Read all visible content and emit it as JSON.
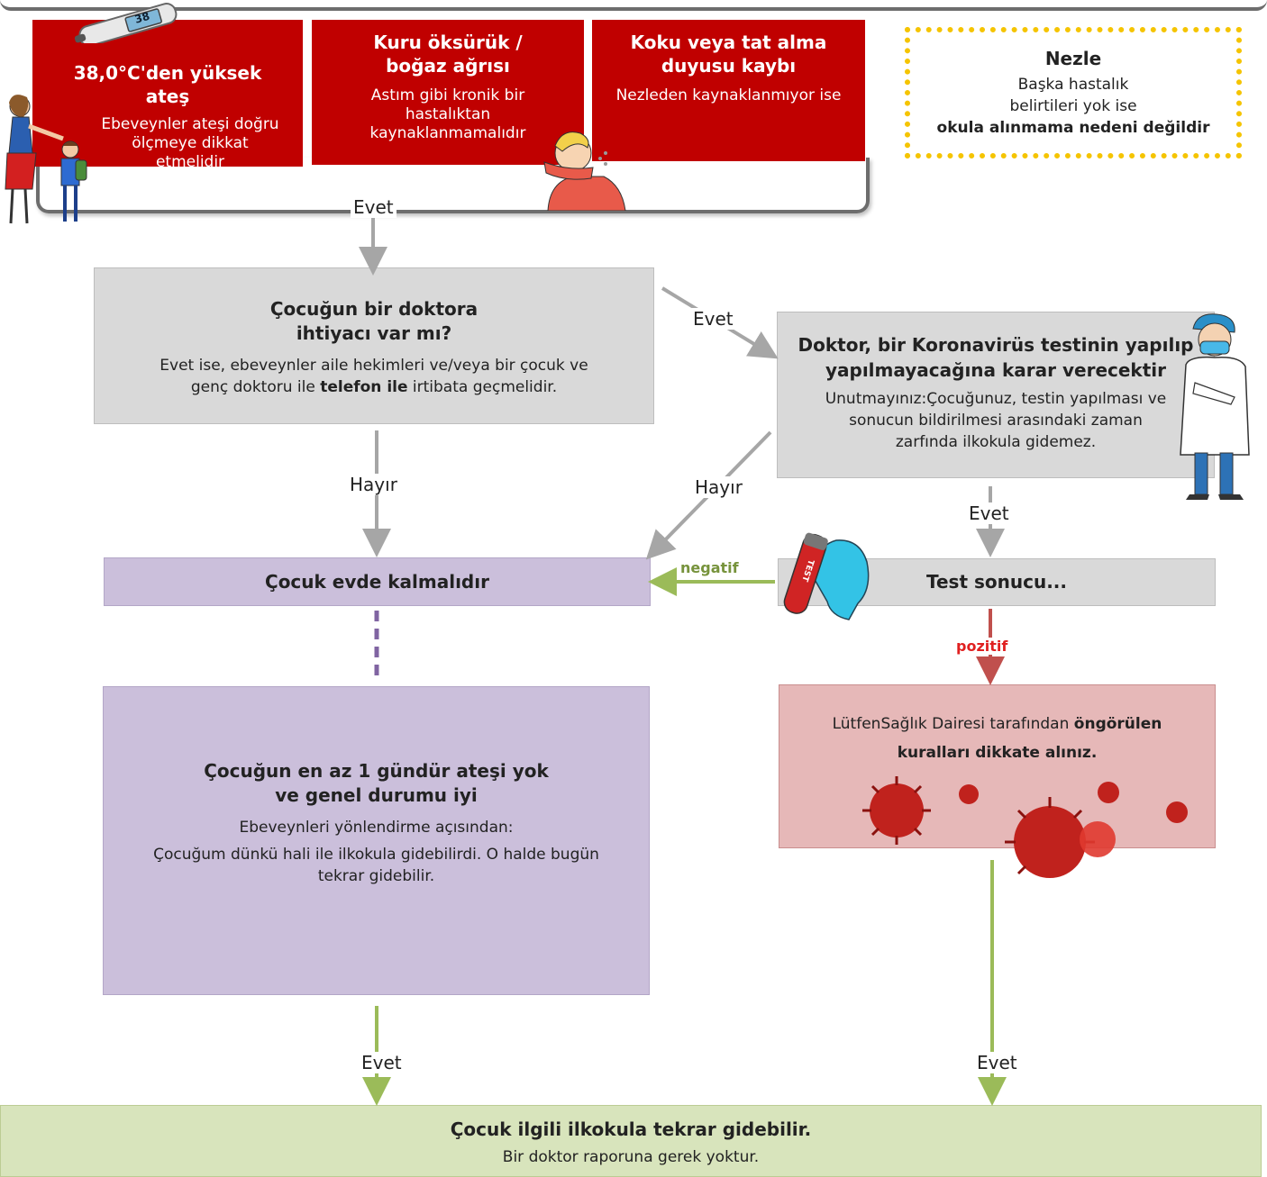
{
  "symptoms": {
    "fever": {
      "title": "38,0°C'den yüksek ateş",
      "subtitle": "Ebeveynler ateşi doğru ölçmeye dikkat etmelidir"
    },
    "cough": {
      "title": "Kuru öksürük / boğaz ağrısı",
      "subtitle": "Astım gibi kronik bir hastalıktan kaynaklanmamalıdır"
    },
    "smell": {
      "title": "Koku veya tat alma duyusu kaybı",
      "subtitle": "Nezleden kaynaklanmıyor ise"
    },
    "thermometer_reading": "38"
  },
  "nezle": {
    "title": "Nezle",
    "line1": "Başka hastalık",
    "line2": "belirtileri yok ise",
    "line3": "okula alınmama nedeni değildir"
  },
  "labels": {
    "evet_top": "Evet",
    "evet_doctor": "Evet",
    "hayir_left": "Hayır",
    "hayir_right": "Hayır",
    "evet_test": "Evet",
    "negatif": "negatif",
    "pozitif": "pozitif",
    "evet_bottom_left": "Evet",
    "evet_bottom_right": "Evet"
  },
  "doctor_need": {
    "title1": "Çocuğun bir doktora",
    "title2": "ihtiyacı var mı?",
    "body1": "Evet ise, ebeveynler aile hekimleri ve/veya bir çocuk ve",
    "body2a": "genç doktoru ile ",
    "body2b": "telefon ile",
    "body2c": " irtibata geçmelidir."
  },
  "doctor_decision": {
    "title1": "Doktor, bir Koronavirüs testinin yapılıp",
    "title2": "yapılmayacağına karar verecektir",
    "body1": "Unutmayınız:Çocuğunuz, testin yapılması ve",
    "body2": "sonucun bildirilmesi arasındaki zaman",
    "body3": "zarfında ilkokula gidemez."
  },
  "stay_home": {
    "text": "Çocuk evde kalmalıdır"
  },
  "test_result": {
    "text": "Test sonucu...",
    "tube_label": "TEST"
  },
  "recovered": {
    "title1": "Çocuğun en az 1 gündür ateşi yok",
    "title2": "ve genel durumu iyi",
    "body1": "Ebeveynleri yönlendirme açısından:",
    "body2": "Çocuğum dünkü hali ile ilkokula gidebilirdi. O halde bugün",
    "body3": "tekrar gidebilir."
  },
  "health_office": {
    "line1a": "LütfenSağlık Dairesi tarafından ",
    "line1b": "öngörülen",
    "line2": "kuralları dikkate alınız."
  },
  "return_school": {
    "title": "Çocuk ilgili ilkokula tekrar gidebilir.",
    "body": "Bir doktor raporuna gerek yoktur."
  },
  "colors": {
    "red": "#c00000",
    "grey": "#d9d9d9",
    "purple": "#cbbfdb",
    "pink": "#e6b8b8",
    "green": "#d8e4bc",
    "arrow_grey": "#a6a6a6",
    "arrow_green": "#9bbb59",
    "arrow_red": "#c0504d",
    "dash_purple": "#8064a2",
    "yellow_dots": "#f5c400"
  },
  "icons": [
    "thermometer-icon",
    "parent-child-icon",
    "coughing-child-icon",
    "doctor-icon",
    "test-tube-glove-icon",
    "coronavirus-icon"
  ]
}
